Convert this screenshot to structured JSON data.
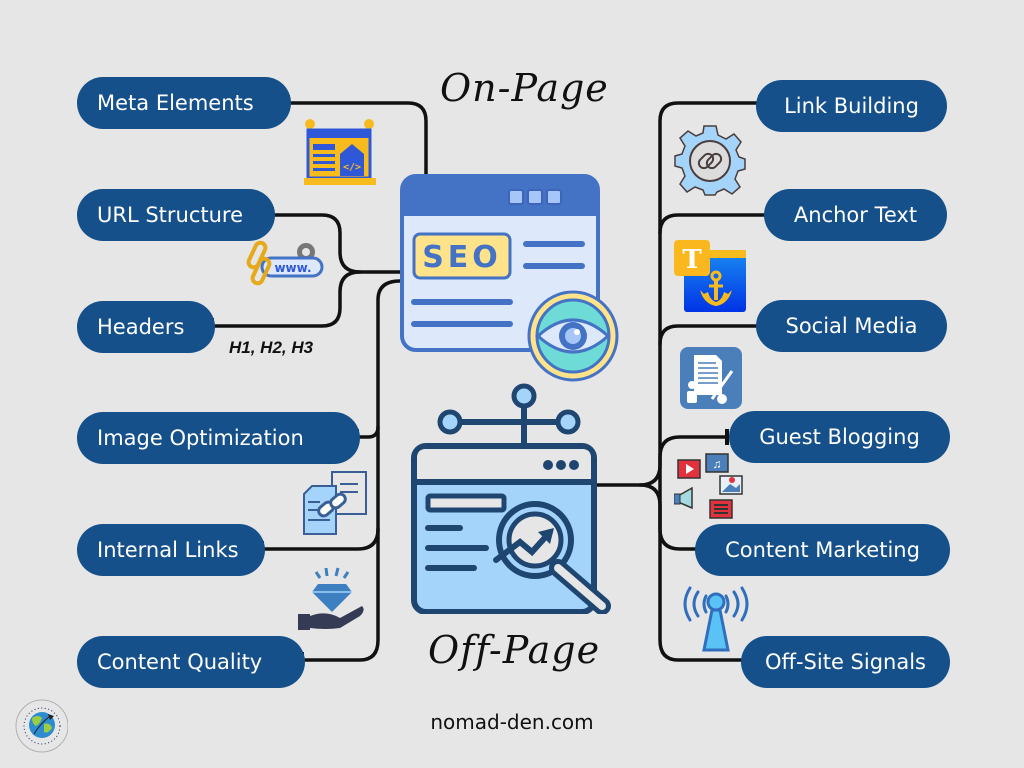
{
  "headings": {
    "on_page": "On-Page",
    "off_page": "Off-Page"
  },
  "center_icons": {
    "on_page_badge": "SEO",
    "on_page_icon": "seo-browser-eye-icon",
    "off_page_icon": "browser-magnifier-chart-icon"
  },
  "on_page_items": [
    {
      "label": "Meta Elements",
      "icon": "meta-tag-code-icon"
    },
    {
      "label": "URL Structure",
      "icon": "chain-www-gear-icon"
    },
    {
      "label": "Headers",
      "note": "H1, H2, H3"
    },
    {
      "label": "Image Optimization"
    },
    {
      "label": "Internal Links",
      "icon": "linked-documents-icon"
    },
    {
      "label": "Content Quality",
      "icon": "diamond-hand-icon"
    }
  ],
  "off_page_items": [
    {
      "label": "Link Building",
      "icon": "gear-link-icon"
    },
    {
      "label": "Anchor Text",
      "icon": "anchor-text-icon"
    },
    {
      "label": "Social Media",
      "icon": "document-signing-icon"
    },
    {
      "label": "Guest Blogging",
      "icon": "media-cluster-icon"
    },
    {
      "label": "Content Marketing",
      "icon": "broadcast-tower-icon"
    },
    {
      "label": "Off-Site Signals"
    }
  ],
  "footer": {
    "site": "nomad-den.com",
    "logo": "nomad-den globe logo"
  },
  "colors": {
    "background": "#e6e6e6",
    "pill": "#15508a",
    "line": "#111111",
    "seo_blue": "#4472c4",
    "seo_light": "#dde9fa",
    "seo_yellow": "#ffe38a",
    "offpage_dark": "#1e4670",
    "offpage_light": "#a5d4fb"
  }
}
